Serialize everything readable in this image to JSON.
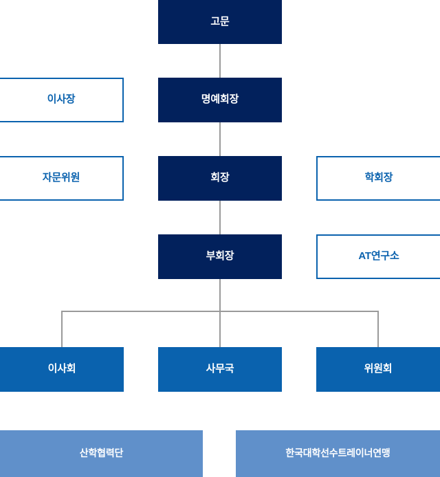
{
  "chart": {
    "title": "Organization Chart",
    "colors": {
      "navy": "#02215C",
      "blue": "#0A62AE",
      "light_blue": "#6090CA",
      "white": "#FFFFFF",
      "line_gray": "#9A9A9A"
    },
    "nodes": {
      "advisor": {
        "label": "고문",
        "style": "navy"
      },
      "chairman_of_board": {
        "label": "이사장",
        "style": "outline"
      },
      "honorary_president": {
        "label": "명예회장",
        "style": "navy"
      },
      "advisory_committee": {
        "label": "자문위원",
        "style": "outline"
      },
      "president": {
        "label": "회장",
        "style": "navy"
      },
      "society_president": {
        "label": "학회장",
        "style": "outline"
      },
      "vice_president": {
        "label": "부회장",
        "style": "navy"
      },
      "at_research_institute": {
        "label": "AT연구소",
        "style": "outline"
      },
      "board_of_directors": {
        "label": "이사회",
        "style": "blue"
      },
      "secretariat": {
        "label": "사무국",
        "style": "blue"
      },
      "committee": {
        "label": "위원회",
        "style": "blue"
      },
      "industry_cooperation": {
        "label": "산학협력단",
        "style": "light_blue"
      },
      "trainer_federation": {
        "label": "한국대학선수트레이너연맹",
        "style": "light_blue"
      }
    }
  }
}
